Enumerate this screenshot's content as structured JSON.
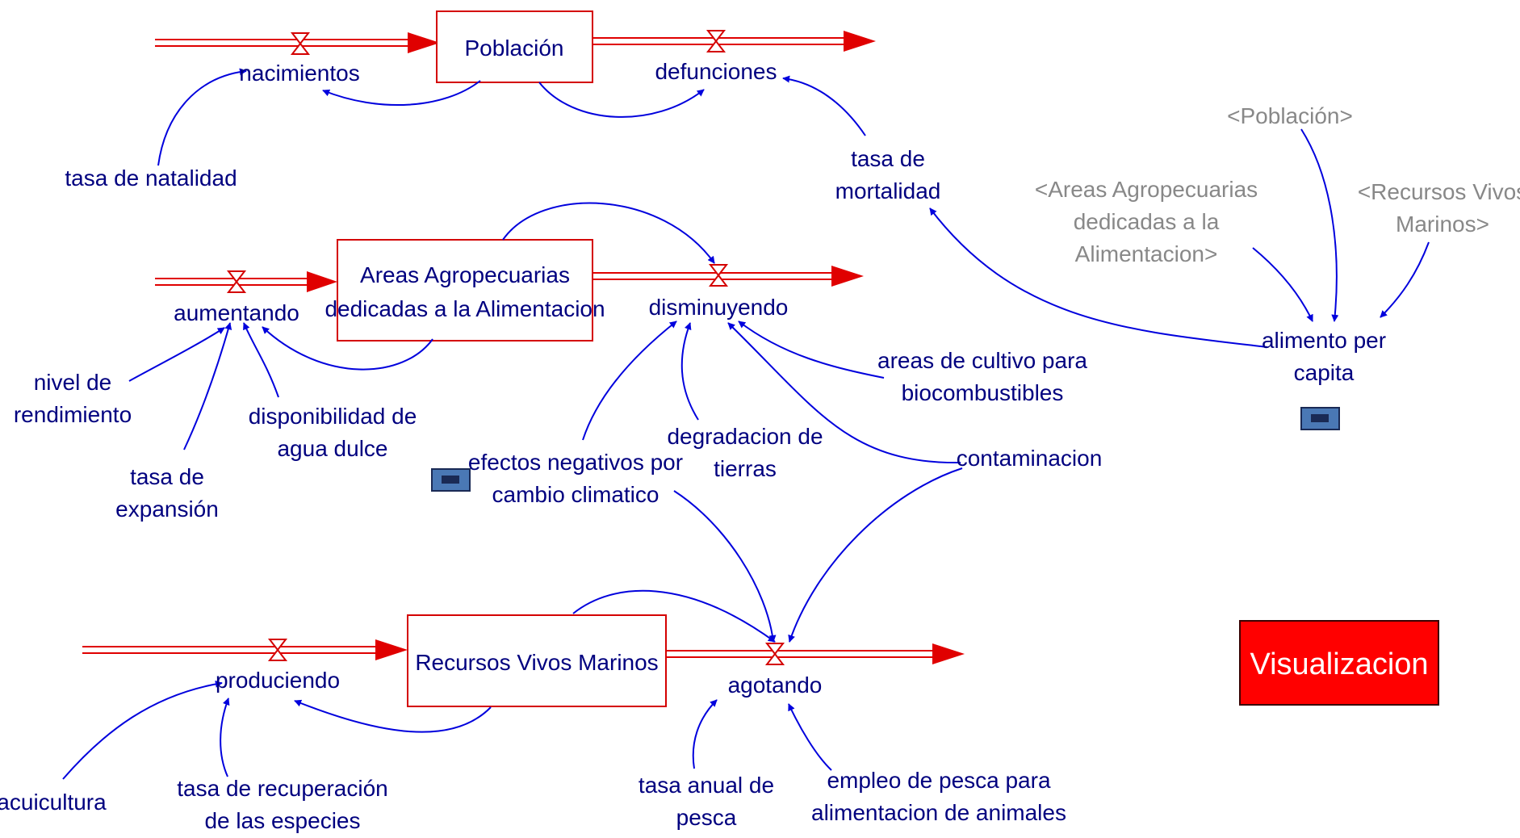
{
  "stocks": {
    "poblacion": "Población",
    "areas_line1": "Areas Agropecuarias",
    "areas_line2": "dedicadas a la Alimentacion",
    "recursos": "Recursos Vivos Marinos"
  },
  "flows": {
    "nacimientos": "nacimientos",
    "defunciones": "defunciones",
    "aumentando": "aumentando",
    "disminuyendo": "disminuyendo",
    "produciendo": "produciendo",
    "agotando": "agotando"
  },
  "variables": {
    "tasa_natalidad": "tasa de natalidad",
    "tasa_mortalidad_1": "tasa de",
    "tasa_mortalidad_2": "mortalidad",
    "nivel_rendimiento_1": "nivel de",
    "nivel_rendimiento_2": "rendimiento",
    "tasa_expansion_1": "tasa de",
    "tasa_expansion_2": "expansión",
    "disponibilidad_1": "disponibilidad de",
    "disponibilidad_2": "agua dulce",
    "efectos_1": "efectos negativos por",
    "efectos_2": "cambio climatico",
    "degradacion_1": "degradacion de",
    "degradacion_2": "tierras",
    "cultivo_1": "areas de cultivo para",
    "cultivo_2": "biocombustibles",
    "contaminacion": "contaminacion",
    "alimento_1": "alimento per",
    "alimento_2": "capita",
    "acuicultura": "acuicultura",
    "recuperacion_1": "tasa de recuperación",
    "recuperacion_2": "de las especies",
    "pesca_1": "tasa anual de",
    "pesca_2": "pesca",
    "empleo_1": "empleo de pesca para",
    "empleo_2": "alimentacion de animales"
  },
  "shadows": {
    "poblacion": "<Población>",
    "areas_1": "<Areas Agropecuarias",
    "areas_2": "dedicadas a la",
    "areas_3": "Alimentacion>",
    "recursos_1": "<Recursos Vivos",
    "recursos_2": "Marinos>"
  },
  "buttons": {
    "visualizacion": "Visualizacion"
  },
  "icons": [
    "graph-button-icon"
  ],
  "colors": {
    "stock_border": "#d40000",
    "flow_pipe": "#e00000",
    "link": "#0000dd",
    "label": "#00007f",
    "shadow_label": "#888888",
    "button_bg": "#ff0000",
    "chip_fill": "#4a78b5"
  }
}
